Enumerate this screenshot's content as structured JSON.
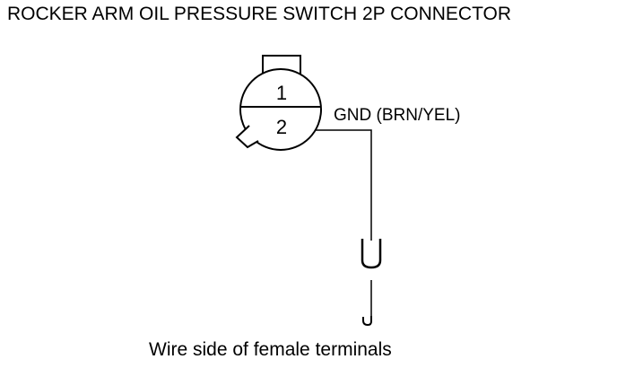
{
  "title": "ROCKER ARM OIL PRESSURE SWITCH 2P CONNECTOR",
  "connector": {
    "pins": [
      {
        "number": "1"
      },
      {
        "number": "2",
        "wire_label": "GND (BRN/YEL)"
      }
    ]
  },
  "caption": "Wire side of female terminals",
  "colors": {
    "line": "#000000",
    "background": "#ffffff"
  }
}
